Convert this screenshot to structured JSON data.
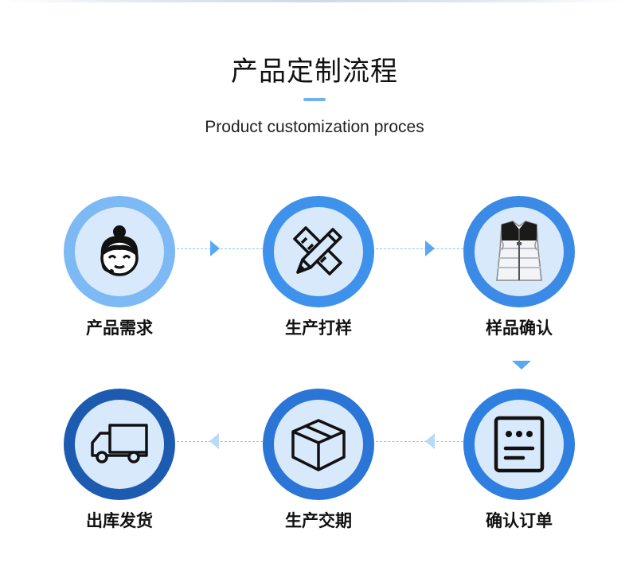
{
  "header": {
    "title": "产品定制流程",
    "subtitle": "Product customization proces"
  },
  "steps": [
    {
      "label": "产品需求",
      "icon": "customer-service-headset-icon",
      "ring": "#7db9f5"
    },
    {
      "label": "生产打样",
      "icon": "pencil-ruler-icon",
      "ring": "#3f92ec"
    },
    {
      "label": "样品确认",
      "icon": "padded-vest-icon",
      "ring": "#3a8ae6"
    },
    {
      "label": "确认订单",
      "icon": "order-form-icon",
      "ring": "#2f7fe0"
    },
    {
      "label": "生产交期",
      "icon": "box-package-icon",
      "ring": "#2a75d6"
    },
    {
      "label": "出库发货",
      "icon": "delivery-truck-icon",
      "ring": "#1d5bb0"
    }
  ],
  "colors": {
    "accent": "#6fb1f3",
    "inner_fill": "#d8e9fb",
    "arrow": "#5aa9f0"
  }
}
